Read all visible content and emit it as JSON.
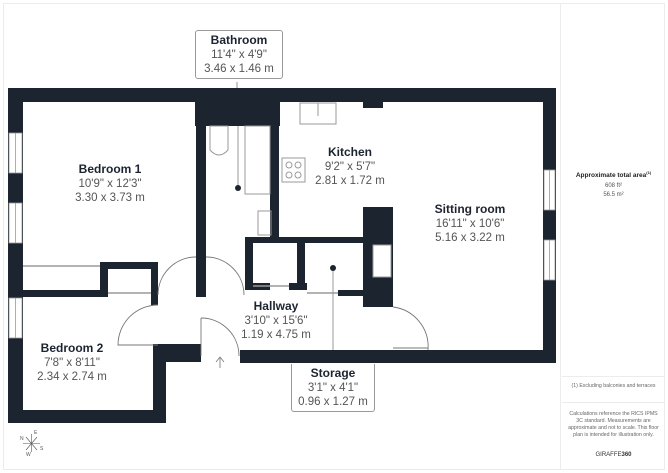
{
  "rooms": {
    "bathroom": {
      "name": "Bathroom",
      "imperial": "11'4\" x 4'9\"",
      "metric": "3.46 x 1.46 m"
    },
    "bedroom1": {
      "name": "Bedroom 1",
      "imperial": "10'9\" x 12'3\"",
      "metric": "3.30 x 3.73 m"
    },
    "kitchen": {
      "name": "Kitchen",
      "imperial": "9'2\" x 5'7\"",
      "metric": "2.81 x 1.72 m"
    },
    "sitting_room": {
      "name": "Sitting room",
      "imperial": "16'11\" x 10'6\"",
      "metric": "5.16 x 3.22 m"
    },
    "hallway": {
      "name": "Hallway",
      "imperial": "3'10\" x 15'6\"",
      "metric": "1.19 x 4.75 m"
    },
    "bedroom2": {
      "name": "Bedroom 2",
      "imperial": "7'8\" x 8'11\"",
      "metric": "2.34 x 2.74 m"
    },
    "storage": {
      "name": "Storage",
      "imperial": "3'1\" x 4'1\"",
      "metric": "0.96 x 1.27 m"
    }
  },
  "sidebar": {
    "area_title": "Approximate total area",
    "area_footnote_mark": "(1)",
    "area_sqft": "608 ft²",
    "area_sqm": "56.5 m²",
    "footnote": "(1) Excluding balconies and terraces",
    "disclaimer": "Calculations reference the RICS IPMS 3C standard. Measurements are approximate and not to scale. This floor plan is intended for illustration only.",
    "brand_a": "GIRAFFE",
    "brand_b": "360"
  },
  "compass": {
    "n": "N",
    "e": "E",
    "s": "S",
    "w": "W"
  },
  "colors": {
    "wall": "#1c2430",
    "fixture": "#9a9a9a",
    "text_dark": "#1c2430",
    "text_dim": "#555555"
  }
}
